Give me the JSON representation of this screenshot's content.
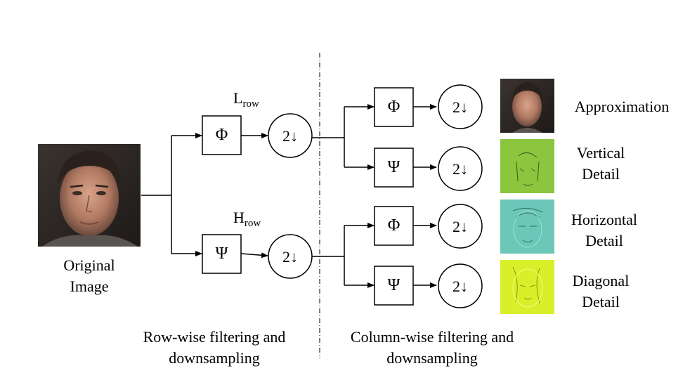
{
  "original_label": [
    "Original",
    "Image"
  ],
  "branches": {
    "low_label": "L",
    "low_sub": "row",
    "high_label": "H",
    "high_sub": "row"
  },
  "filters": {
    "phi": "Φ",
    "psi": "Ψ"
  },
  "downsample": "2↓",
  "outputs": [
    {
      "lines": [
        "Approximation"
      ],
      "tint": "#8a6a5a"
    },
    {
      "lines": [
        "Vertical",
        "Detail"
      ],
      "tint": "#8cc63f"
    },
    {
      "lines": [
        "Horizontal",
        "Detail"
      ],
      "tint": "#6cc7b8"
    },
    {
      "lines": [
        "Diagonal",
        "Detail"
      ],
      "tint": "#d8ef2a"
    }
  ],
  "captions": {
    "row": [
      "Row-wise filtering and",
      "downsampling"
    ],
    "column": [
      "Column-wise filtering and",
      "downsampling"
    ]
  }
}
